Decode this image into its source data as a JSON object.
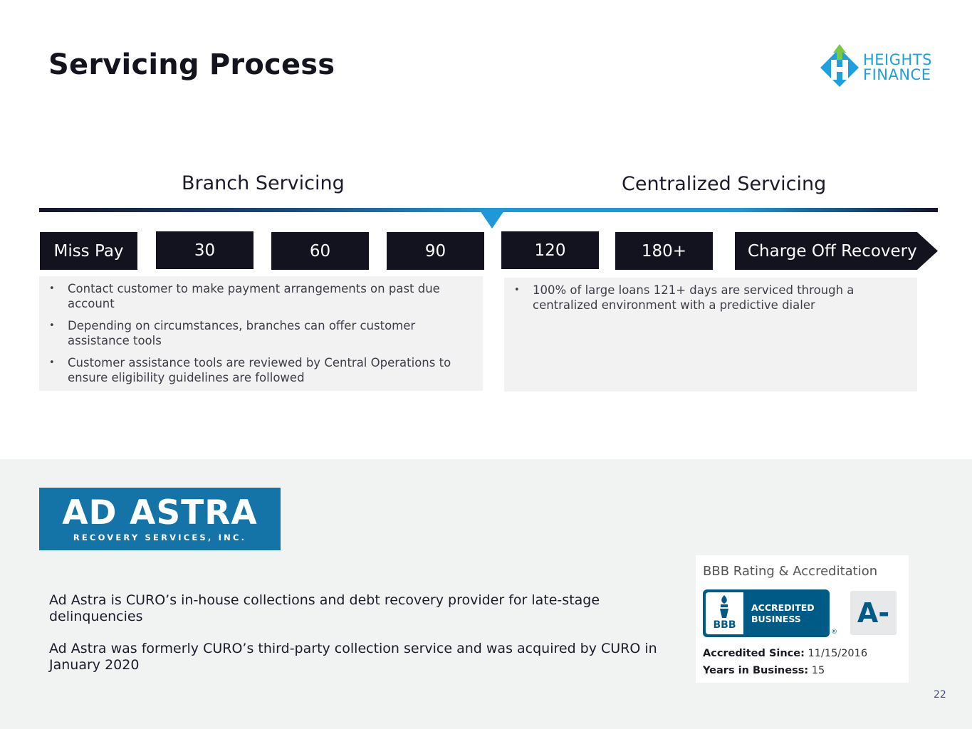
{
  "title": "Servicing Process",
  "logo": {
    "line1": "HEIGHTS",
    "line2": "FINANCE",
    "colors": {
      "green": "#7ac943",
      "blue": "#1ea0e0"
    }
  },
  "sections": {
    "branch": "Branch Servicing",
    "centralized": "Centralized Servicing"
  },
  "stages": [
    "Miss Pay",
    "30",
    "60",
    "90",
    "120",
    "180+",
    "Charge Off Recovery"
  ],
  "branch_bullets": [
    "Contact customer to make payment arrangements on past due account",
    "Depending on circumstances, branches can offer customer assistance tools",
    "Customer assistance tools are reviewed by Central Operations to ensure eligibility guidelines are followed"
  ],
  "central_bullets": [
    "100% of large loans 121+ days are serviced through a centralized environment with a predictive dialer"
  ],
  "ad_astra": {
    "logo_main": "AD ASTRA",
    "logo_sub": "RECOVERY SERVICES, INC.",
    "description_1": "Ad Astra is CURO’s in-house collections and debt recovery provider for late-stage delinquencies",
    "description_2": "Ad Astra was formerly CURO’s third-party collection service and was acquired by CURO in January 2020"
  },
  "bbb": {
    "title": "BBB Rating & Accreditation",
    "badge_letters": "BBB",
    "badge_line1": "ACCREDITED",
    "badge_line2": "BUSINESS",
    "registered": "®",
    "grade": "A-",
    "since_label": "Accredited Since:",
    "since_value": "11/15/2016",
    "years_label": "Years in Business:",
    "years_value": "15"
  },
  "page_number": "22"
}
